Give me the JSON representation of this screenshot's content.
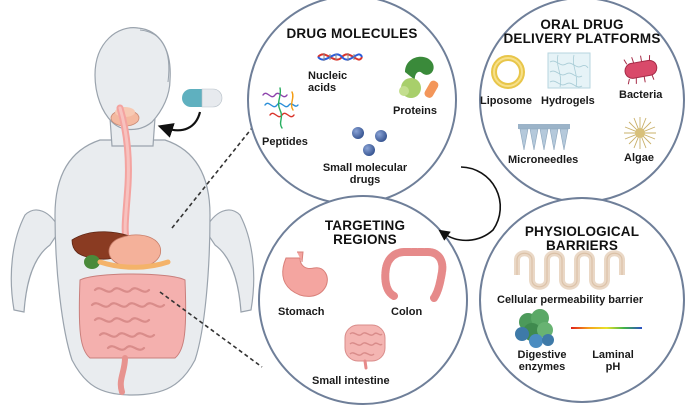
{
  "drug_molecules": {
    "title": "DRUG MOLECULES",
    "nucleic_acids_line1": "Nucleic",
    "nucleic_acids_line2": "acids",
    "proteins": "Proteins",
    "peptides": "Peptides",
    "small_molecular_line1": "Small molecular",
    "small_molecular_line2": "drugs"
  },
  "oral_delivery": {
    "title_line1": "ORAL DRUG",
    "title_line2": "DELIVERY PLATFORMS",
    "liposome": "Liposome",
    "hydrogels": "Hydrogels",
    "bacteria": "Bacteria",
    "microneedles": "Microneedles",
    "algae": "Algae"
  },
  "targeting": {
    "title_line1": "TARGETING",
    "title_line2": "REGIONS",
    "stomach": "Stomach",
    "colon": "Colon",
    "small_intestine": "Small intestine"
  },
  "barriers": {
    "title_line1": "PHYSIOLOGICAL",
    "title_line2": "BARRIERS",
    "cellular": "Cellular permeability barrier",
    "digestive_line1": "Digestive",
    "digestive_line2": "enzymes",
    "laminal_line1": "Laminal",
    "laminal_line2": "pH"
  },
  "colors": {
    "circle_stroke": "#6f7f99",
    "body_skin": "#e9ecef",
    "body_outline": "#9aa3ad",
    "digestive_pink": "#f2a1a1",
    "capsule_teal": "#5fb0bf"
  },
  "icons": [
    "capsule-icon",
    "dna-icon",
    "protein-icon",
    "peptide-icon",
    "small-molecule-icon",
    "liposome-icon",
    "hydrogel-icon",
    "bacteria-icon",
    "microneedle-icon",
    "algae-icon",
    "stomach-icon",
    "colon-icon",
    "small-intestine-icon",
    "epithelium-icon",
    "enzyme-icon",
    "ph-gradient-icon",
    "cycle-arrow-icon"
  ]
}
